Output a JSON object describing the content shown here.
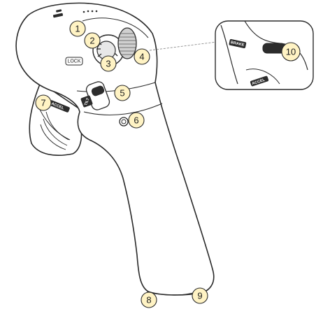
{
  "callouts": {
    "c1": "1",
    "c2": "2",
    "c3": "3",
    "c4": "4",
    "c5": "5",
    "c6": "6",
    "c7": "7",
    "c8": "8",
    "c9": "9",
    "c10": "10"
  },
  "device_labels": {
    "lock": "LOCK",
    "tilt": "TILT",
    "accel": "ACCEL",
    "brake": "BRAKE"
  },
  "colors": {
    "callout_fill": "#fff3c4",
    "body_fill": "#ffffff",
    "outline": "#2a2a2a",
    "button_dark": "#2c2c2c",
    "leader_line": "#8a8a8a"
  }
}
